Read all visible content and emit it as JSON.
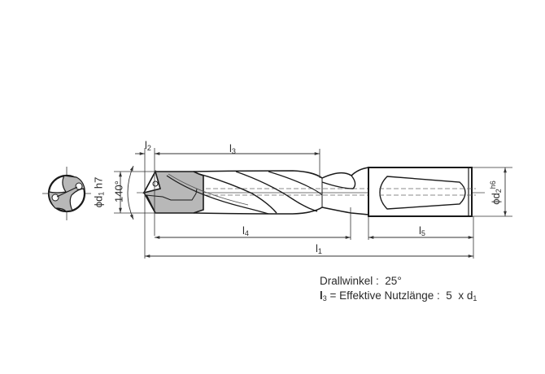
{
  "drawing": {
    "title": "Drill technical drawing",
    "dimensions": {
      "l1": {
        "symbol": "l",
        "sub": "1"
      },
      "l2": {
        "symbol": "l",
        "sub": "2"
      },
      "l3": {
        "symbol": "l",
        "sub": "3"
      },
      "l4": {
        "symbol": "l",
        "sub": "4"
      },
      "l5": {
        "symbol": "l",
        "sub": "5"
      },
      "d1": {
        "prefix": "ϕd",
        "sub": "1",
        "tolerance": "h7"
      },
      "d2": {
        "prefix": "ϕd",
        "sub": "2",
        "tolerance": "h6"
      },
      "point_angle": "140°"
    },
    "colors": {
      "line": "#1a1a1a",
      "fill_gray": "#b8b8b8",
      "dim_line": "#333333"
    }
  },
  "notes": {
    "helix_label": "Drallwinkel :",
    "helix_value": "25°",
    "l3_symbol": "l",
    "l3_sub": "3",
    "length_label": "= Effektive Nutzlänge :",
    "length_value": "5",
    "length_unit_prefix": "x d",
    "length_unit_sub": "1"
  }
}
